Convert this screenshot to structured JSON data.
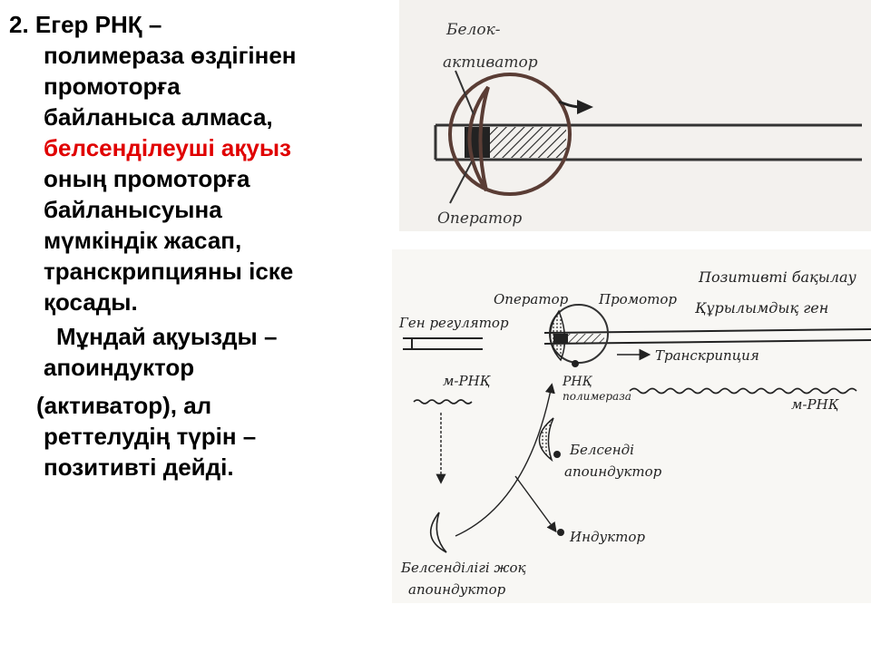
{
  "text": {
    "l1": "2. Егер РНҚ –",
    "l2": "полимераза өздігінен",
    "l3": "промоторға",
    "l4": "байланыса алмаса,",
    "l5": "белсенділеуші ақуыз",
    "l6": "оның промоторға",
    "l7": "байланысуына",
    "l8": "мүмкіндік жасап,",
    "l9": "транскрипцияны іске",
    "l10": "қосады.",
    "l11": "Мұндай ақуызды –",
    "l12": "апоиндуктор",
    "l13": "(активатор), ал",
    "l14": "реттелудің түрін –",
    "l15": "позитивті дейді."
  },
  "figure_top": {
    "label_activator_1": "Белок-",
    "label_activator_2": "активатор",
    "label_operator": "Оператор"
  },
  "figure_bottom": {
    "positive_control": "Позитивті бақылау",
    "operator": "Оператор",
    "promoter": "Промотор",
    "structural_gene": "Құрылымдық ген",
    "regulator_gene": "Ген регулятор",
    "transcription": "Транскрипция",
    "mrna_left": "м-РНҚ",
    "rna_1": "РНҚ",
    "rna_2": "полимераза",
    "mrna_right": "м-РНҚ",
    "active_1": "Белсенді",
    "active_2": "апоиндуктор",
    "inducer": "Индуктор",
    "inactive_1": "Белсенділігі жоқ",
    "inactive_2": "апоиндуктор"
  }
}
